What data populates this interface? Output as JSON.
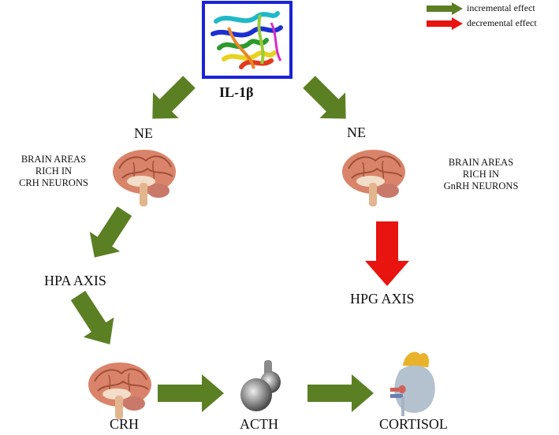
{
  "legend": {
    "incremental_label": "incremental effect",
    "decremental_label": "decremental effect"
  },
  "colors": {
    "incremental": "#5b7f23",
    "decremental": "#e8140f",
    "protein_frame": "#1a23d6"
  },
  "molecule": {
    "label": "IL-1β"
  },
  "left_branch": {
    "mediator": "NE",
    "brain_areas": [
      "BRAIN AREAS",
      "RICH IN",
      "CRH NEURONS"
    ],
    "axis": "HPA AXIS"
  },
  "right_branch": {
    "mediator": "NE",
    "brain_areas": [
      "BRAIN AREAS",
      "RICH IN",
      "GnRH NEURONS"
    ],
    "axis": "HPG AXIS"
  },
  "cascade": {
    "step1": "CRH",
    "step2": "ACTH",
    "step3": "CORTISOL"
  },
  "icons": {
    "protein": "protein-structure-icon",
    "brain": "brain-icon",
    "pituitary": "pituitary-gland-icon",
    "adrenal": "adrenal-kidney-icon"
  }
}
